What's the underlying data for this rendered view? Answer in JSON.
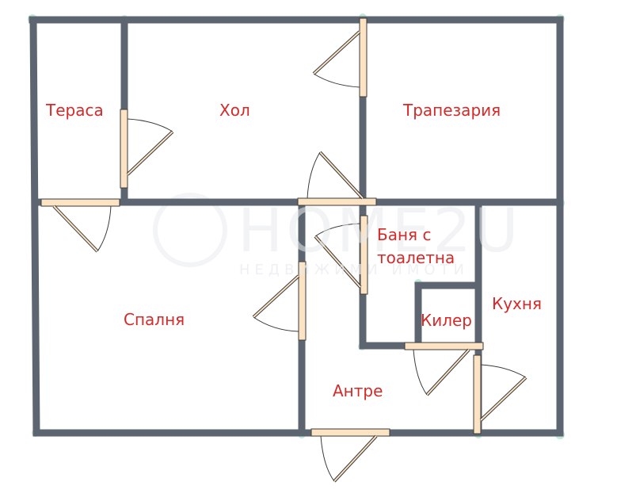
{
  "plan": {
    "wall_color": "#5d6670",
    "door_fill": "#fbe3c4",
    "door_stroke": "#3a3a3a",
    "label_color": "#d42a2a",
    "corner_marker_color": "#a8e0c8"
  },
  "rooms": [
    {
      "id": "terrace",
      "label": "Тераса"
    },
    {
      "id": "hall",
      "label": "Хол"
    },
    {
      "id": "dining",
      "label": "Трапезария"
    },
    {
      "id": "bathroom",
      "label_line1": "Баня с",
      "label_line2": "тоалетна"
    },
    {
      "id": "kitchen",
      "label": "Кухня"
    },
    {
      "id": "pantry",
      "label": "Килер"
    },
    {
      "id": "bedroom",
      "label": "Спалня"
    },
    {
      "id": "entrance",
      "label": "Антре"
    }
  ],
  "watermark": {
    "brand": "HOME2U",
    "tagline": "НЕДВИЖИМИ ИМОТИ"
  }
}
